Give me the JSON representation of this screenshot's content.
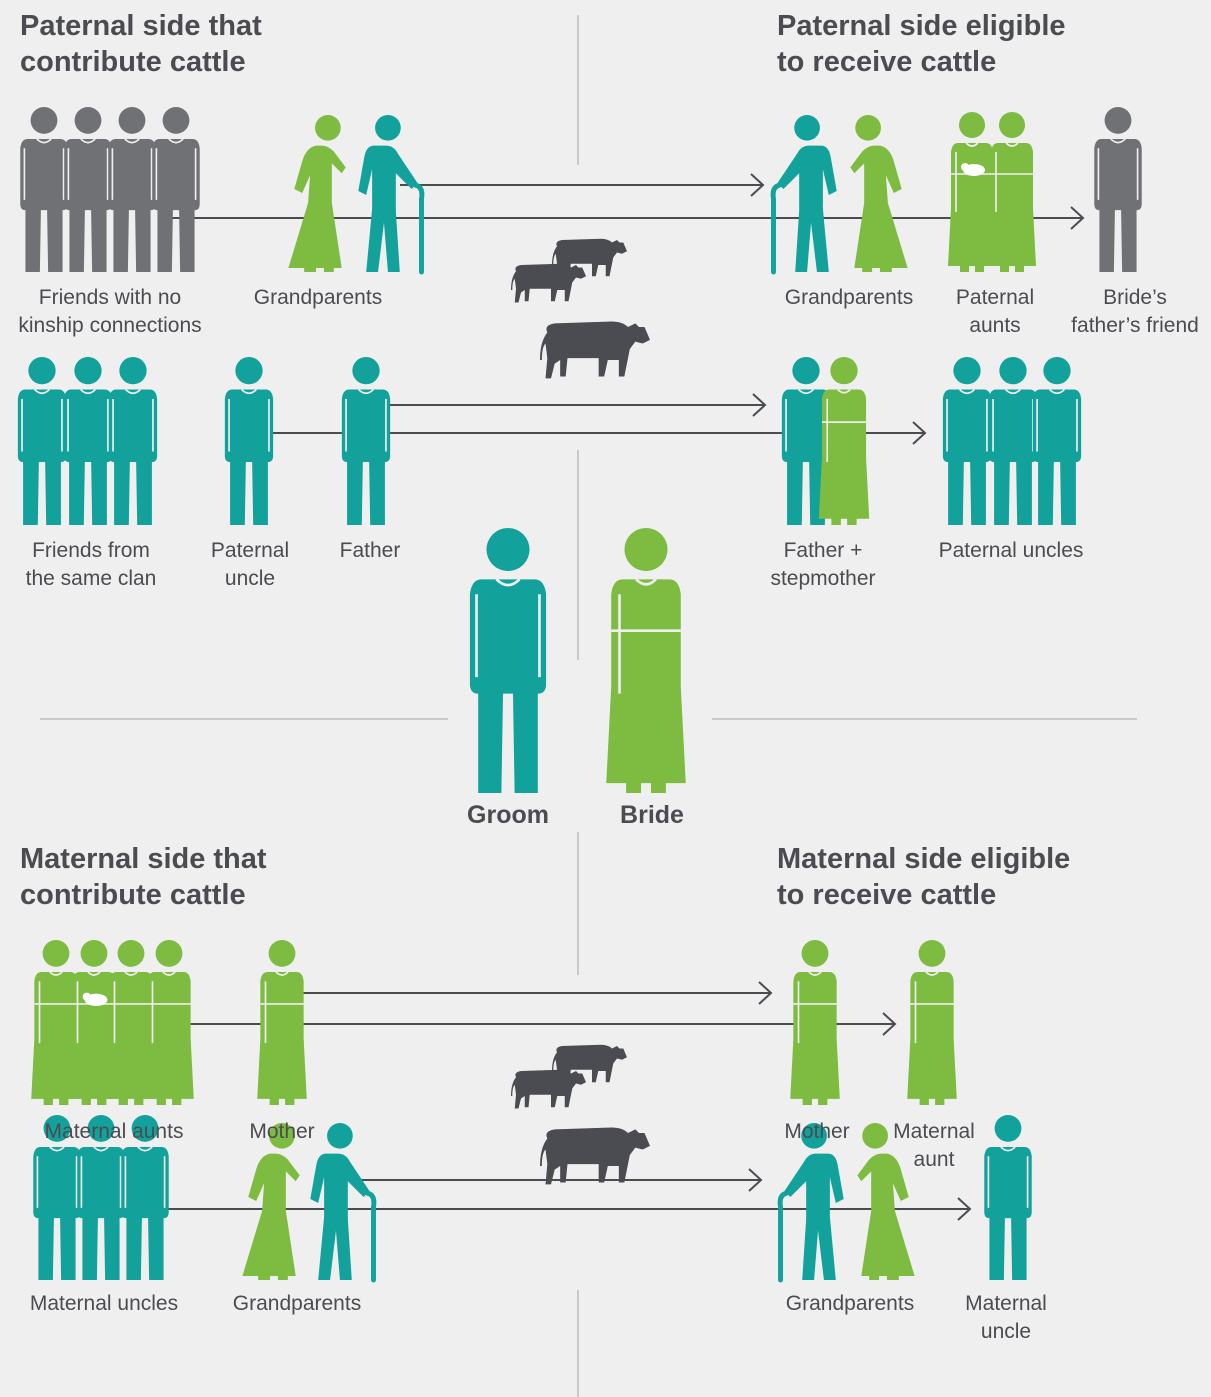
{
  "colors": {
    "teal": "#12a19b",
    "green": "#7dbb41",
    "gray": "#707175",
    "dark": "#4b4c51",
    "line": "#c9c9c9",
    "background": "#efefef"
  },
  "headings": {
    "paternal_contribute": [
      "Paternal side that",
      "contribute cattle"
    ],
    "paternal_receive": [
      "Paternal side eligible",
      "to receive cattle"
    ],
    "maternal_contribute": [
      "Maternal side that",
      "contribute cattle"
    ],
    "maternal_receive": [
      "Maternal side eligible",
      "to receive cattle"
    ]
  },
  "labels": {
    "friends_no_kin": [
      "Friends with no",
      "kinship connections"
    ],
    "grandparents_pat_give": [
      "Grandparents"
    ],
    "grandparents_pat_recv": [
      "Grandparents"
    ],
    "paternal_aunts": [
      "Paternal",
      "aunts"
    ],
    "brides_fathers_friend": [
      "Bride’s",
      "father’s friend"
    ],
    "friends_same_clan": [
      "Friends from",
      "the same clan"
    ],
    "paternal_uncle": [
      "Paternal",
      "uncle"
    ],
    "father": [
      "Father"
    ],
    "father_stepmother": [
      "Father +",
      "stepmother"
    ],
    "paternal_uncles": [
      "Paternal uncles"
    ],
    "groom": [
      "Groom"
    ],
    "bride": [
      "Bride"
    ],
    "maternal_aunts": [
      "Maternal aunts"
    ],
    "mother_give": [
      "Mother"
    ],
    "mother_recv": [
      "Mother"
    ],
    "maternal_aunt": [
      "Maternal",
      "aunt"
    ],
    "maternal_uncles": [
      "Maternal uncles"
    ],
    "grandparents_mat_give": [
      "Grandparents"
    ],
    "grandparents_mat_recv": [
      "Grandparents"
    ],
    "maternal_uncle": [
      "Maternal",
      "uncle"
    ]
  },
  "icons": [
    "man-icon",
    "woman-icon",
    "elder-man-icon",
    "elder-woman-icon",
    "cow-icon",
    "arrow-icon"
  ]
}
